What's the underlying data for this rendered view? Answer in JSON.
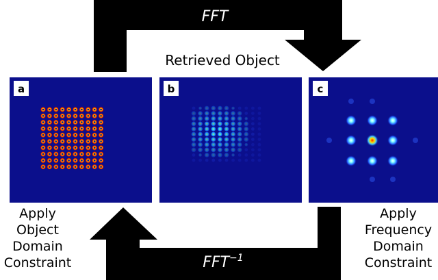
{
  "labels": {
    "fft_top": "FFT",
    "fft_bottom_base": "FFT",
    "fft_bottom_sup": "−1",
    "center_title": "Retrieved Object",
    "left_caption": [
      "Apply",
      "Object",
      "Domain",
      "Constraint"
    ],
    "right_caption": [
      "Apply",
      "Frequency",
      "Domain",
      "Constraint"
    ]
  },
  "panels": [
    {
      "letter": "a",
      "content": "object-domain dot grid"
    },
    {
      "letter": "b",
      "content": "retrieved object dot grid"
    },
    {
      "letter": "c",
      "content": "frequency domain spots"
    }
  ],
  "colors": {
    "panel_bg": "#0b0f8c",
    "arrow": "#000000",
    "text": "#000000"
  }
}
